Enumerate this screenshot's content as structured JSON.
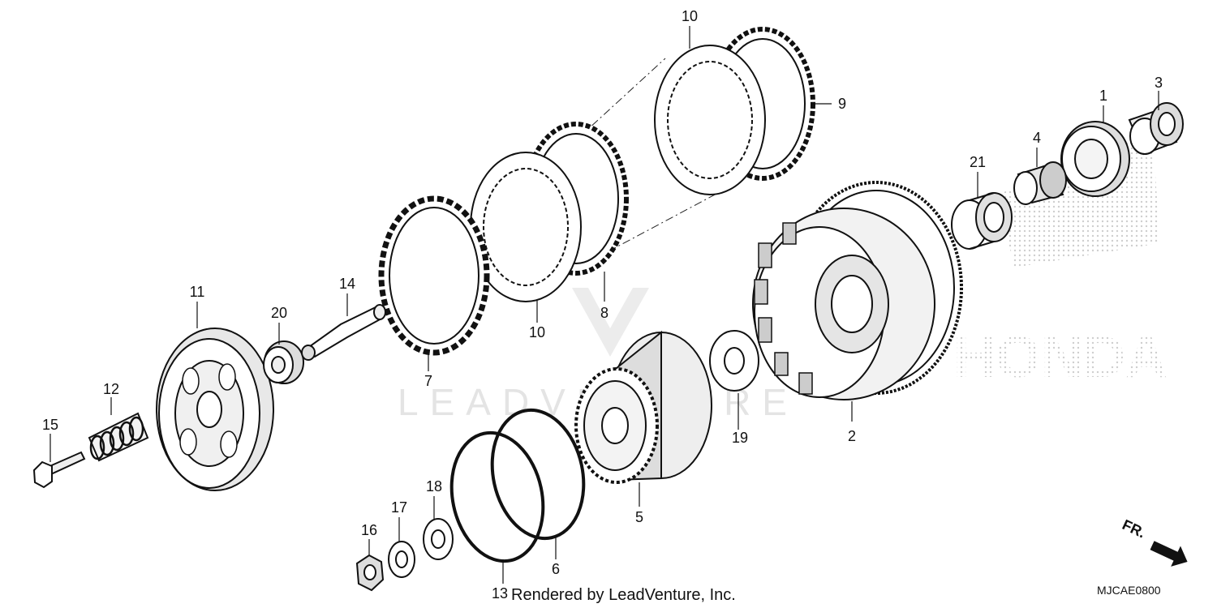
{
  "diagram": {
    "parts": [
      {
        "id": "1",
        "label": "1"
      },
      {
        "id": "2",
        "label": "2"
      },
      {
        "id": "3",
        "label": "3"
      },
      {
        "id": "4",
        "label": "4"
      },
      {
        "id": "5",
        "label": "5"
      },
      {
        "id": "6",
        "label": "6"
      },
      {
        "id": "7",
        "label": "7"
      },
      {
        "id": "8",
        "label": "8"
      },
      {
        "id": "9",
        "label": "9"
      },
      {
        "id": "10a",
        "label": "10"
      },
      {
        "id": "10b",
        "label": "10"
      },
      {
        "id": "11",
        "label": "11"
      },
      {
        "id": "12",
        "label": "12"
      },
      {
        "id": "13",
        "label": "13"
      },
      {
        "id": "14",
        "label": "14"
      },
      {
        "id": "15",
        "label": "15"
      },
      {
        "id": "16",
        "label": "16"
      },
      {
        "id": "17",
        "label": "17"
      },
      {
        "id": "18",
        "label": "18"
      },
      {
        "id": "19",
        "label": "19"
      },
      {
        "id": "20",
        "label": "20"
      },
      {
        "id": "21",
        "label": "21"
      }
    ],
    "credit": "Rendered by LeadVenture, Inc.",
    "diagram_code": "MJCAE0800",
    "front_indicator": "FR.",
    "watermark_text": "LEADVENTURE",
    "brand_watermark_text": "HONDA"
  }
}
